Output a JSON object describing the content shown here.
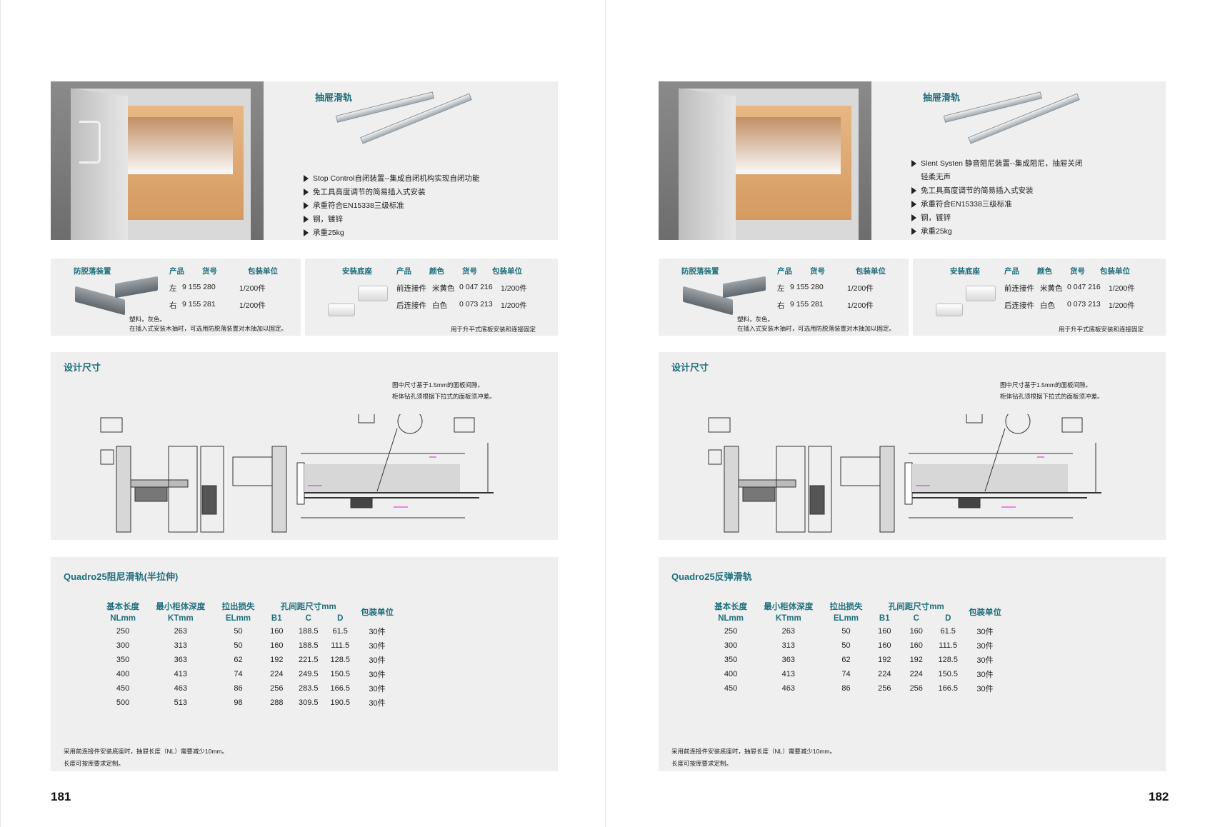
{
  "pages": [
    {
      "slide_title": "抽屉滑轨",
      "features": [
        "Stop Control自闭装置--集成自闭机构实现自闭功能",
        "免工具高度调节的简易插入式安装",
        "承重符合EN15338三级标准",
        "钢，镀锌",
        "承重25kg"
      ],
      "anti_drop": {
        "title": "防脱落装置",
        "headers": [
          "产品",
          "货号",
          "包装单位"
        ],
        "rows": [
          [
            "左",
            "9 155 280",
            "1/200件"
          ],
          [
            "右",
            "9 155 281",
            "1/200件"
          ]
        ],
        "note1": "塑料，灰色。",
        "note2": "在插入式安装木抽时，可选用防脱落装置对木抽加以固定。"
      },
      "mount_base": {
        "title": "安装底座",
        "headers": [
          "产品",
          "颜色",
          "货号",
          "包装单位"
        ],
        "rows": [
          [
            "前连接件",
            "米黄色",
            "0 047 216",
            "1/200件"
          ],
          [
            "后连接件",
            "白色",
            "0 073 213",
            "1/200件"
          ]
        ],
        "note": "用于升平式底板安装和连接固定"
      },
      "design": {
        "title": "设计尺寸",
        "note1": "图中尺寸基于1.5mm的面板间隙。",
        "note2": "柜体钻孔须根据下拉式的面板须冲差。"
      },
      "dims_title": "Quadro25阻尼滑轨(半拉伸)",
      "dims_headers": {
        "nl": "基本长度",
        "nl_unit": "NLmm",
        "kt": "最小柜体深度",
        "kt_unit": "KTmm",
        "el": "拉出损失",
        "el_unit": "ELmm",
        "hole": "孔间距尺寸mm",
        "b1": "B1",
        "c": "C",
        "d": "D",
        "pack": "包装单位"
      },
      "dims_rows": [
        [
          "250",
          "263",
          "50",
          "160",
          "188.5",
          "61.5",
          "30件"
        ],
        [
          "300",
          "313",
          "50",
          "160",
          "188.5",
          "111.5",
          "30件"
        ],
        [
          "350",
          "363",
          "62",
          "192",
          "221.5",
          "128.5",
          "30件"
        ],
        [
          "400",
          "413",
          "74",
          "224",
          "249.5",
          "150.5",
          "30件"
        ],
        [
          "450",
          "463",
          "86",
          "256",
          "283.5",
          "166.5",
          "30件"
        ],
        [
          "500",
          "513",
          "98",
          "288",
          "309.5",
          "190.5",
          "30件"
        ]
      ],
      "footnote1": "采用前连接件安装底座时，抽屉长度（NL）需要减少10mm。",
      "footnote2": "长度可按库要求定制。",
      "page_number": "181"
    },
    {
      "slide_title": "抽屉滑轨",
      "features": [
        "Slent Systen 静音阻尼装置--集成阻尼，抽屉关闭",
        "轻柔无声",
        "免工具高度调节的简易插入式安装",
        "承重符合EN15338三级标准",
        "钢，镀锌",
        "承重25kg"
      ],
      "anti_drop": {
        "title": "防脱落装置",
        "headers": [
          "产品",
          "货号",
          "包装单位"
        ],
        "rows": [
          [
            "左",
            "9 155 280",
            "1/200件"
          ],
          [
            "右",
            "9 155 281",
            "1/200件"
          ]
        ],
        "note1": "塑料，灰色。",
        "note2": "在插入式安装木抽时，可选用防脱落装置对木抽加以固定。"
      },
      "mount_base": {
        "title": "安装底座",
        "headers": [
          "产品",
          "颜色",
          "货号",
          "包装单位"
        ],
        "rows": [
          [
            "前连接件",
            "米黄色",
            "0 047 216",
            "1/200件"
          ],
          [
            "后连接件",
            "白色",
            "0 073 213",
            "1/200件"
          ]
        ],
        "note": "用于升平式底板安装和连接固定"
      },
      "design": {
        "title": "设计尺寸",
        "note1": "图中尺寸基于1.5mm的面板间隙。",
        "note2": "柜体钻孔须根据下拉式的面板须冲差。"
      },
      "dims_title": "Quadro25反弹滑轨",
      "dims_headers": {
        "nl": "基本长度",
        "nl_unit": "NLmm",
        "kt": "最小柜体深度",
        "kt_unit": "KTmm",
        "el": "拉出损失",
        "el_unit": "ELmm",
        "hole": "孔间距尺寸mm",
        "b1": "B1",
        "c": "C",
        "d": "D",
        "pack": "包装单位"
      },
      "dims_rows": [
        [
          "250",
          "263",
          "50",
          "160",
          "160",
          "61.5",
          "30件"
        ],
        [
          "300",
          "313",
          "50",
          "160",
          "160",
          "111.5",
          "30件"
        ],
        [
          "350",
          "363",
          "62",
          "192",
          "192",
          "128.5",
          "30件"
        ],
        [
          "400",
          "413",
          "74",
          "224",
          "224",
          "150.5",
          "30件"
        ],
        [
          "450",
          "463",
          "86",
          "256",
          "256",
          "166.5",
          "30件"
        ]
      ],
      "footnote1": "采用前连接件安装底座时，抽屉长度（NL）需要减少10mm。",
      "footnote2": "长度可按库要求定制。",
      "page_number": "182"
    }
  ],
  "colors": {
    "accent": "#1f6f7c",
    "panel": "#efefef",
    "dimension_magenta": "#e020c0"
  }
}
